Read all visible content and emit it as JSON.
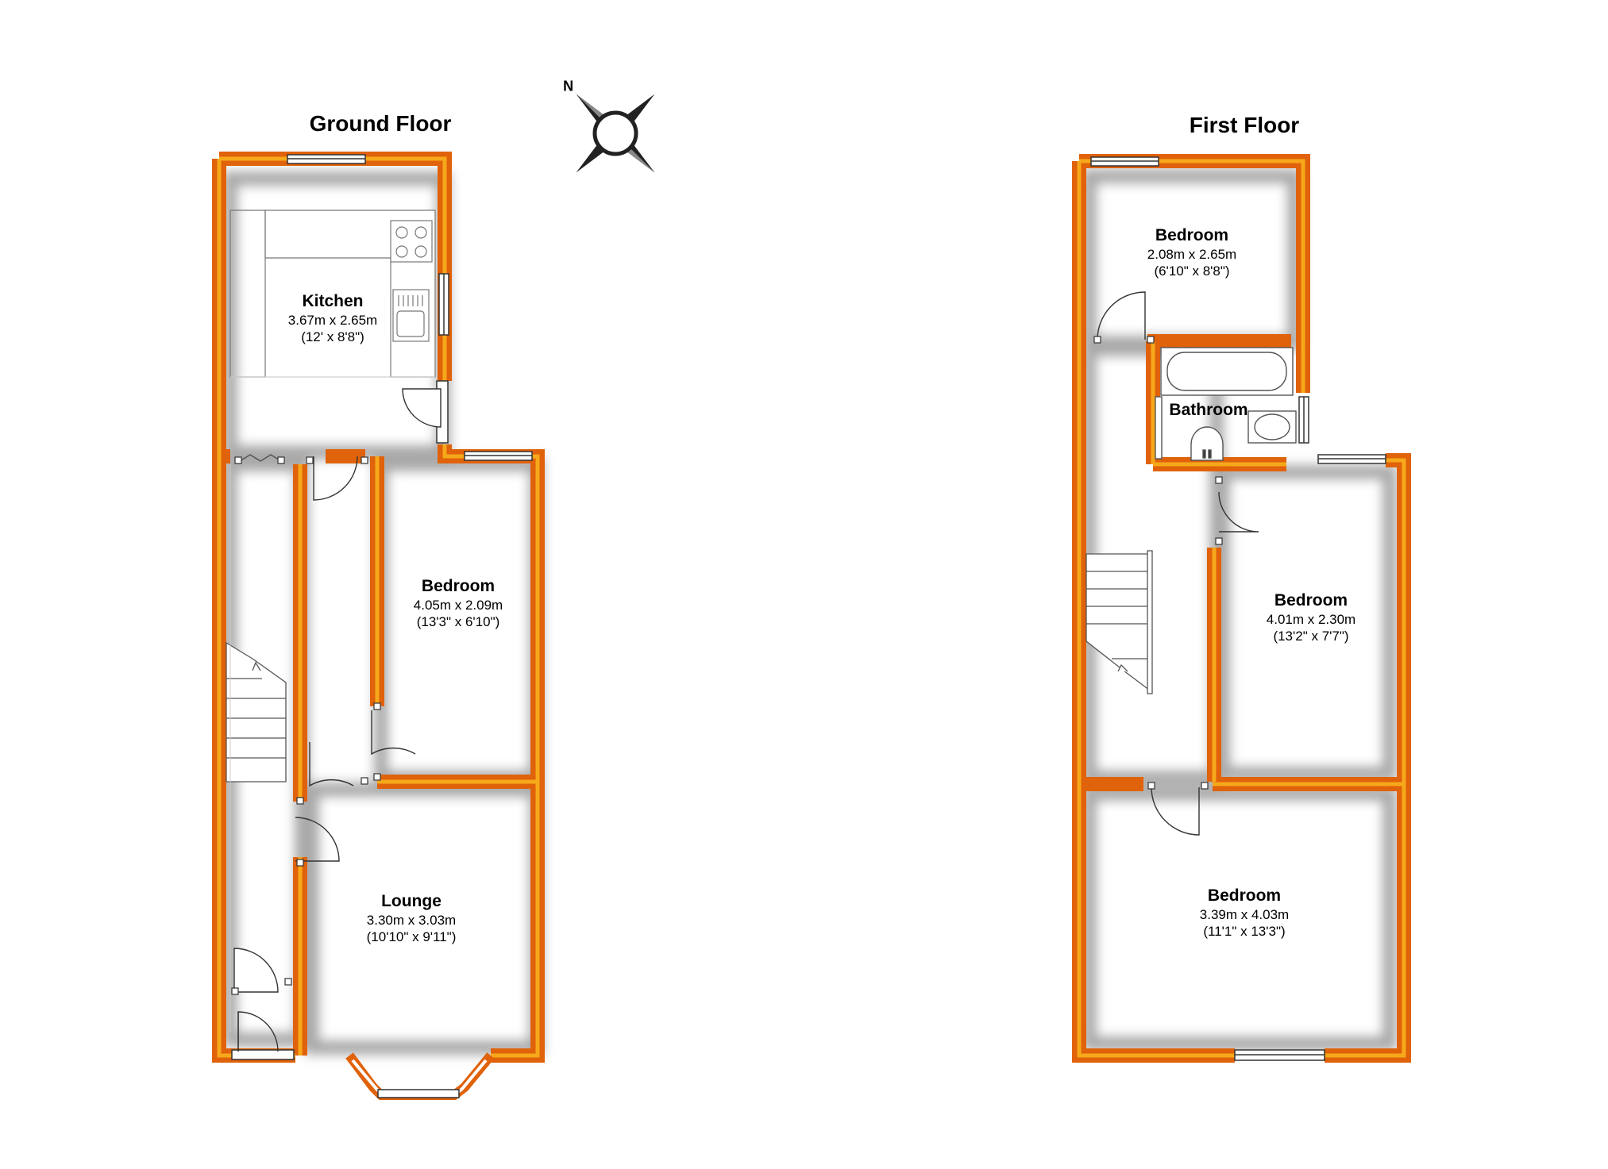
{
  "floors": [
    {
      "title": "Ground Floor",
      "rooms": [
        {
          "name": "Kitchen",
          "metric": "3.67m x 2.65m",
          "imperial": "(12' x 8'8\")"
        },
        {
          "name": "Bedroom",
          "metric": "4.05m x 2.09m",
          "imperial": "(13'3\" x 6'10\")"
        },
        {
          "name": "Lounge",
          "metric": "3.30m x 3.03m",
          "imperial": "(10'10\" x 9'11\")"
        }
      ]
    },
    {
      "title": "First Floor",
      "rooms": [
        {
          "name": "Bedroom",
          "metric": "2.08m x 2.65m",
          "imperial": "(6'10\" x 8'8\")"
        },
        {
          "name": "Bathroom"
        },
        {
          "name": "Bedroom",
          "metric": "4.01m x 2.30m",
          "imperial": "(13'2\" x 7'7\")"
        },
        {
          "name": "Bedroom",
          "metric": "3.39m x 4.03m",
          "imperial": "(11'1\" x 13'3\")"
        }
      ]
    }
  ],
  "compass": {
    "letter": "N",
    "icon": "compass-rose-icon"
  },
  "colors": {
    "wall_outer": "#e0620a",
    "wall_inner": "#f6a81b",
    "wall_shadow": "#9a9a9a",
    "fixture": "#555555"
  }
}
